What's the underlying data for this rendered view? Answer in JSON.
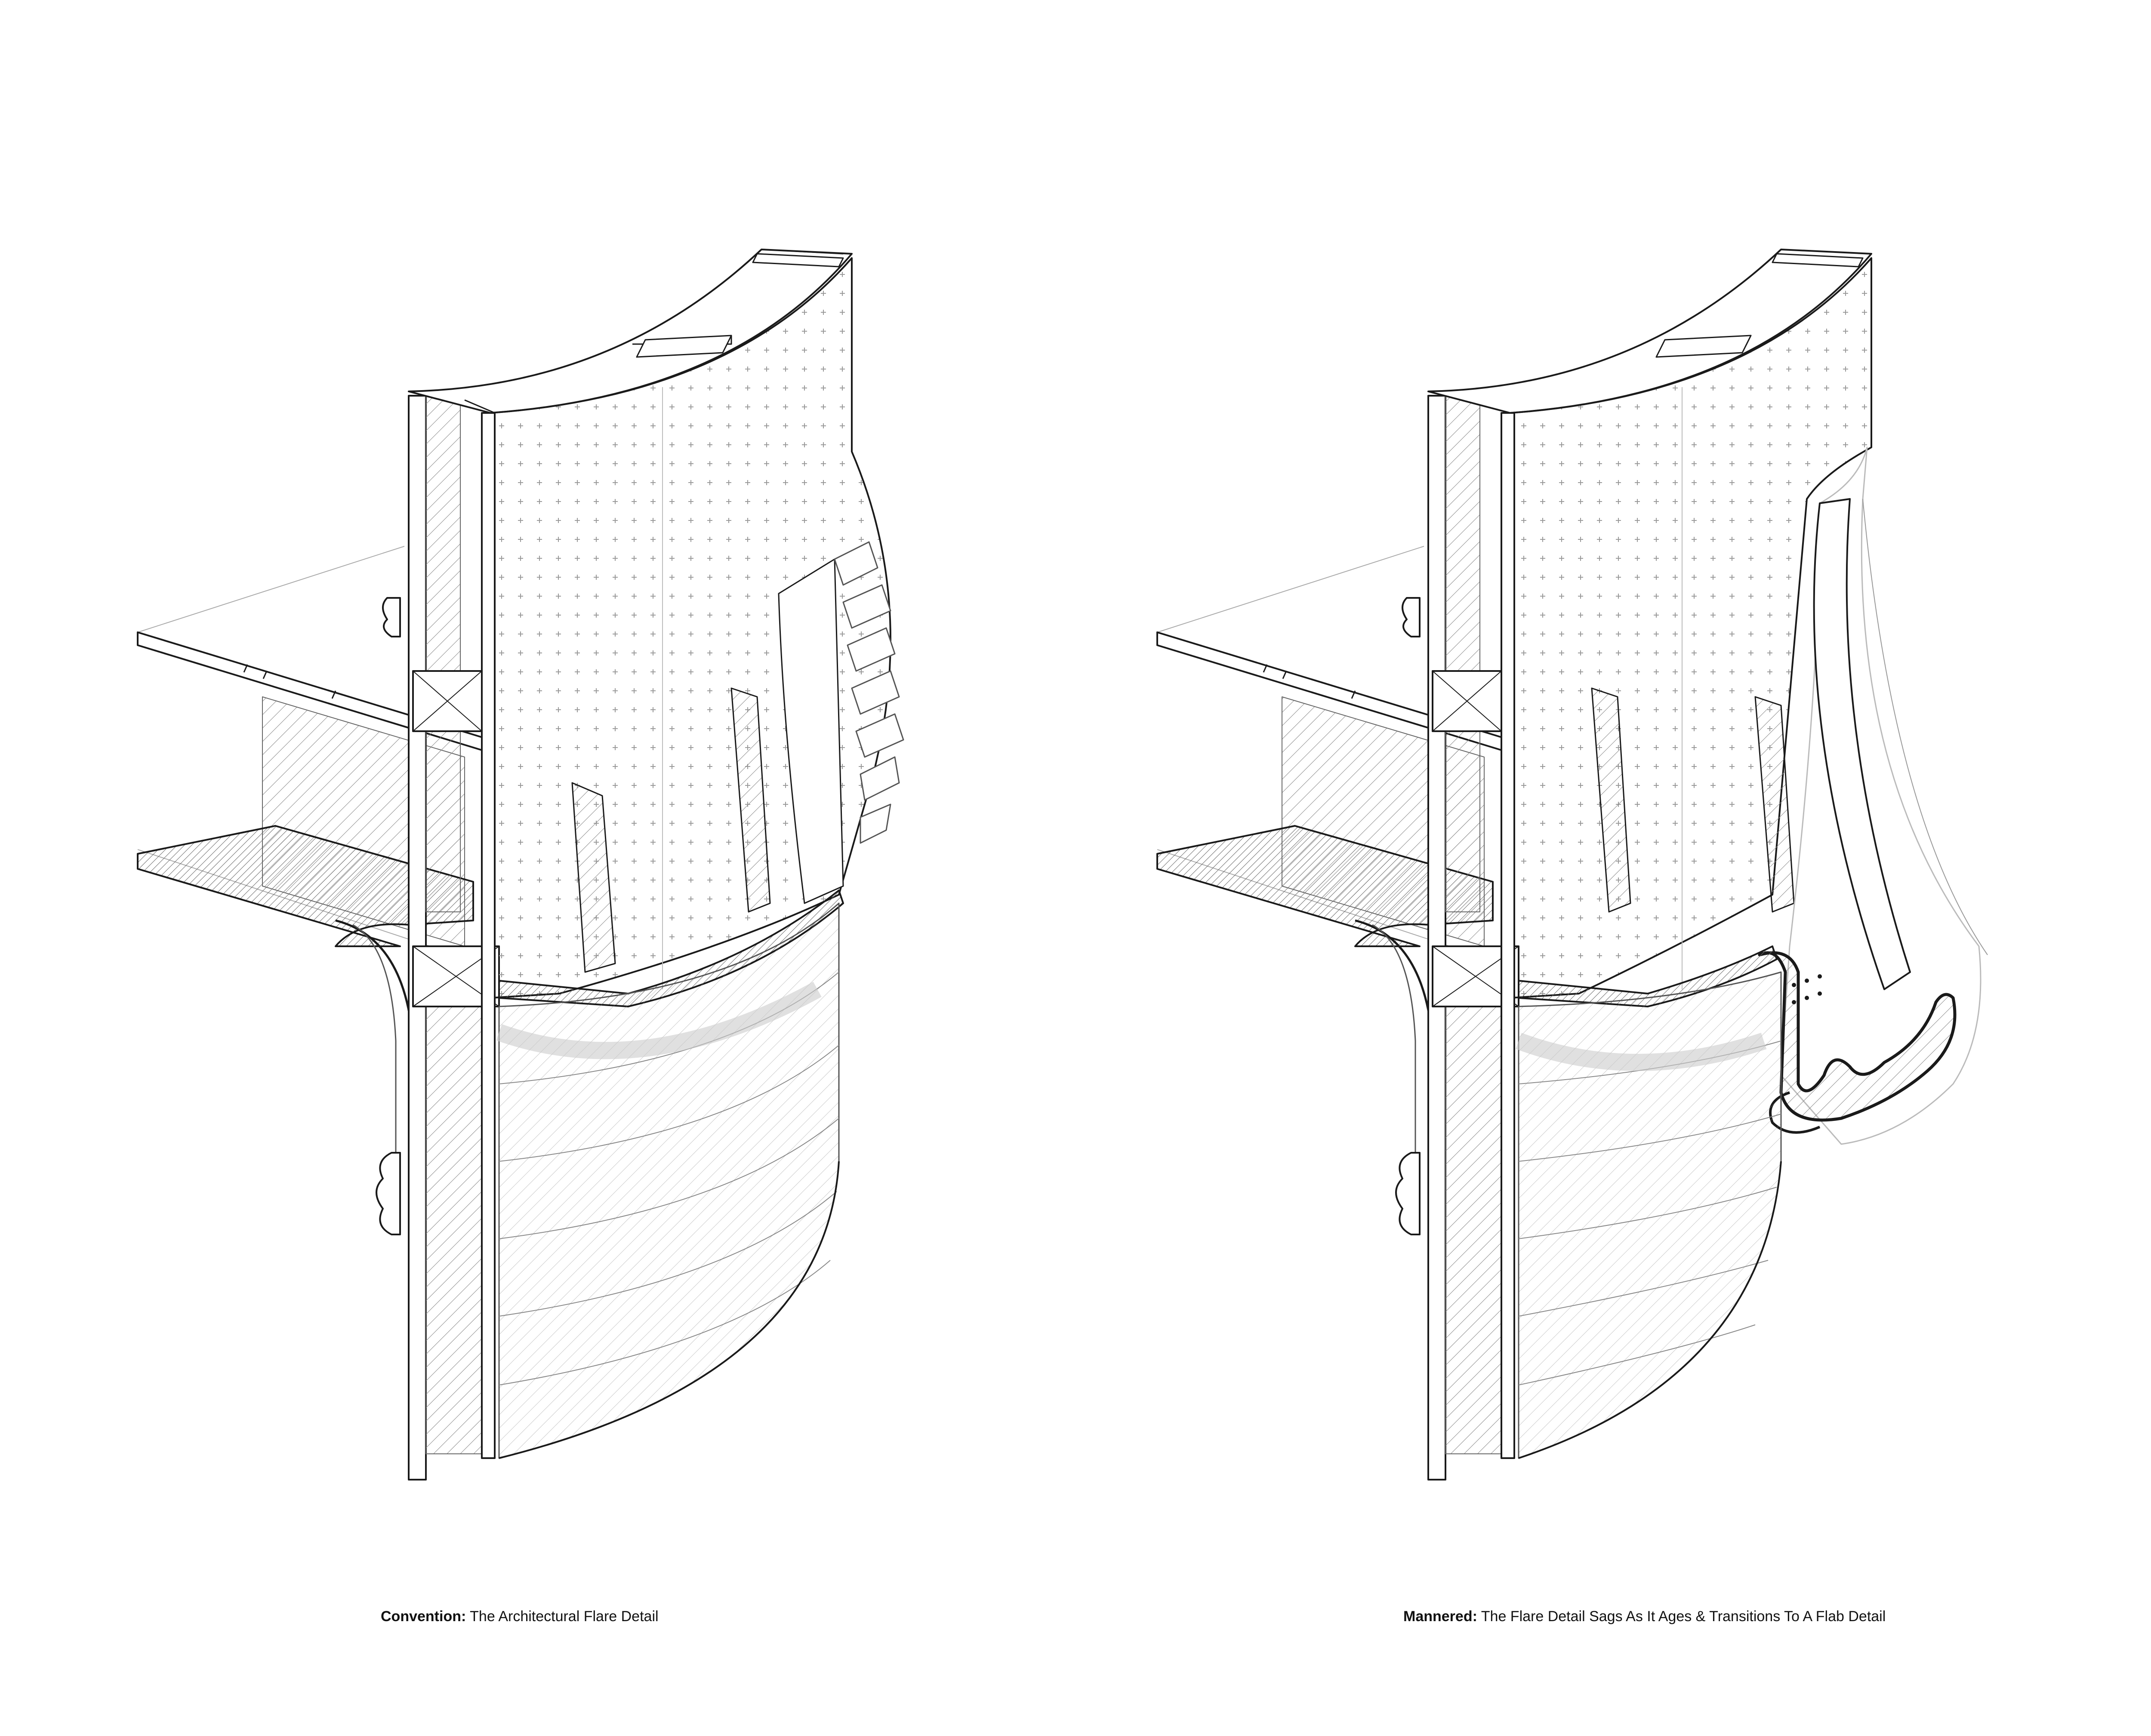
{
  "figures": [
    {
      "id": "convention",
      "caption_label": "Convention:",
      "caption_text": "The Architectural Flare Detail"
    },
    {
      "id": "mannered",
      "caption_label": "Mannered:",
      "caption_text": "The Flare Detail Sags As It Ages & Transitions To A Flab Detail"
    }
  ],
  "colors": {
    "ink": "#1a1a1a",
    "light_ink": "#9a9a9a",
    "shade": "#d9d9d9",
    "background": "#ffffff"
  }
}
